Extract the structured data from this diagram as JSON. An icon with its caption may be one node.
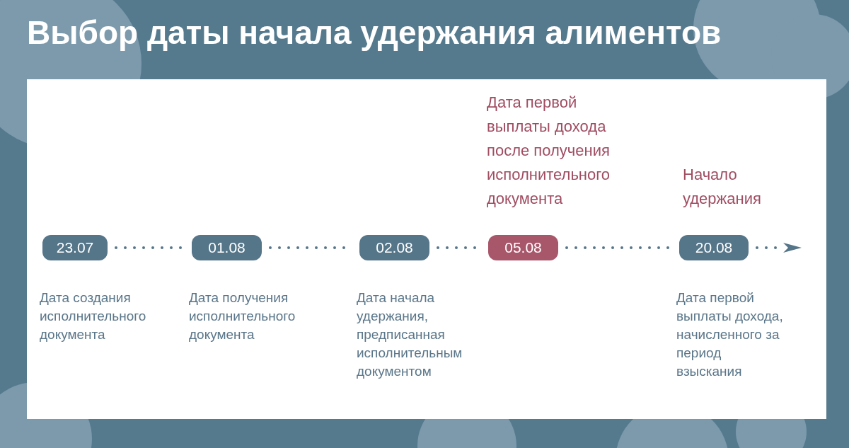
{
  "diagram": {
    "title": "Выбор даты начала удержания алиментов",
    "nodes": [
      {
        "text": [
          "23.07"
        ],
        "beside": [
          "Дата создания исполнительного документа"
        ]
      },
      {
        "text": [
          "01.08"
        ],
        "beside": [
          "Дата получения исполнительного документа"
        ]
      },
      {
        "text": [
          "02.08"
        ],
        "beside": [
          "Дата начала удержания, предписанная исполнительным документом"
        ]
      },
      {
        "text": [
          "05.08"
        ],
        "beside": [
          "Дата первой выплаты дохода после получения исполнительного документа"
        ]
      },
      {
        "text": [
          "20.08"
        ],
        "beside": [
          "Начало удержания",
          "Дата первой выплаты дохода, начисленного за период взыскания"
        ]
      }
    ],
    "edges": [
      {
        "from": 0,
        "to": 1,
        "arrow": "none",
        "style": "dashed"
      },
      {
        "from": 1,
        "to": 2,
        "arrow": "none",
        "style": "dashed"
      },
      {
        "from": 2,
        "to": 3,
        "arrow": "none",
        "style": "dashed"
      },
      {
        "from": 3,
        "to": 4,
        "arrow": "none",
        "style": "dashed"
      },
      {
        "from": 4,
        "to": null,
        "arrow": "to",
        "style": "dashed"
      }
    ]
  }
}
